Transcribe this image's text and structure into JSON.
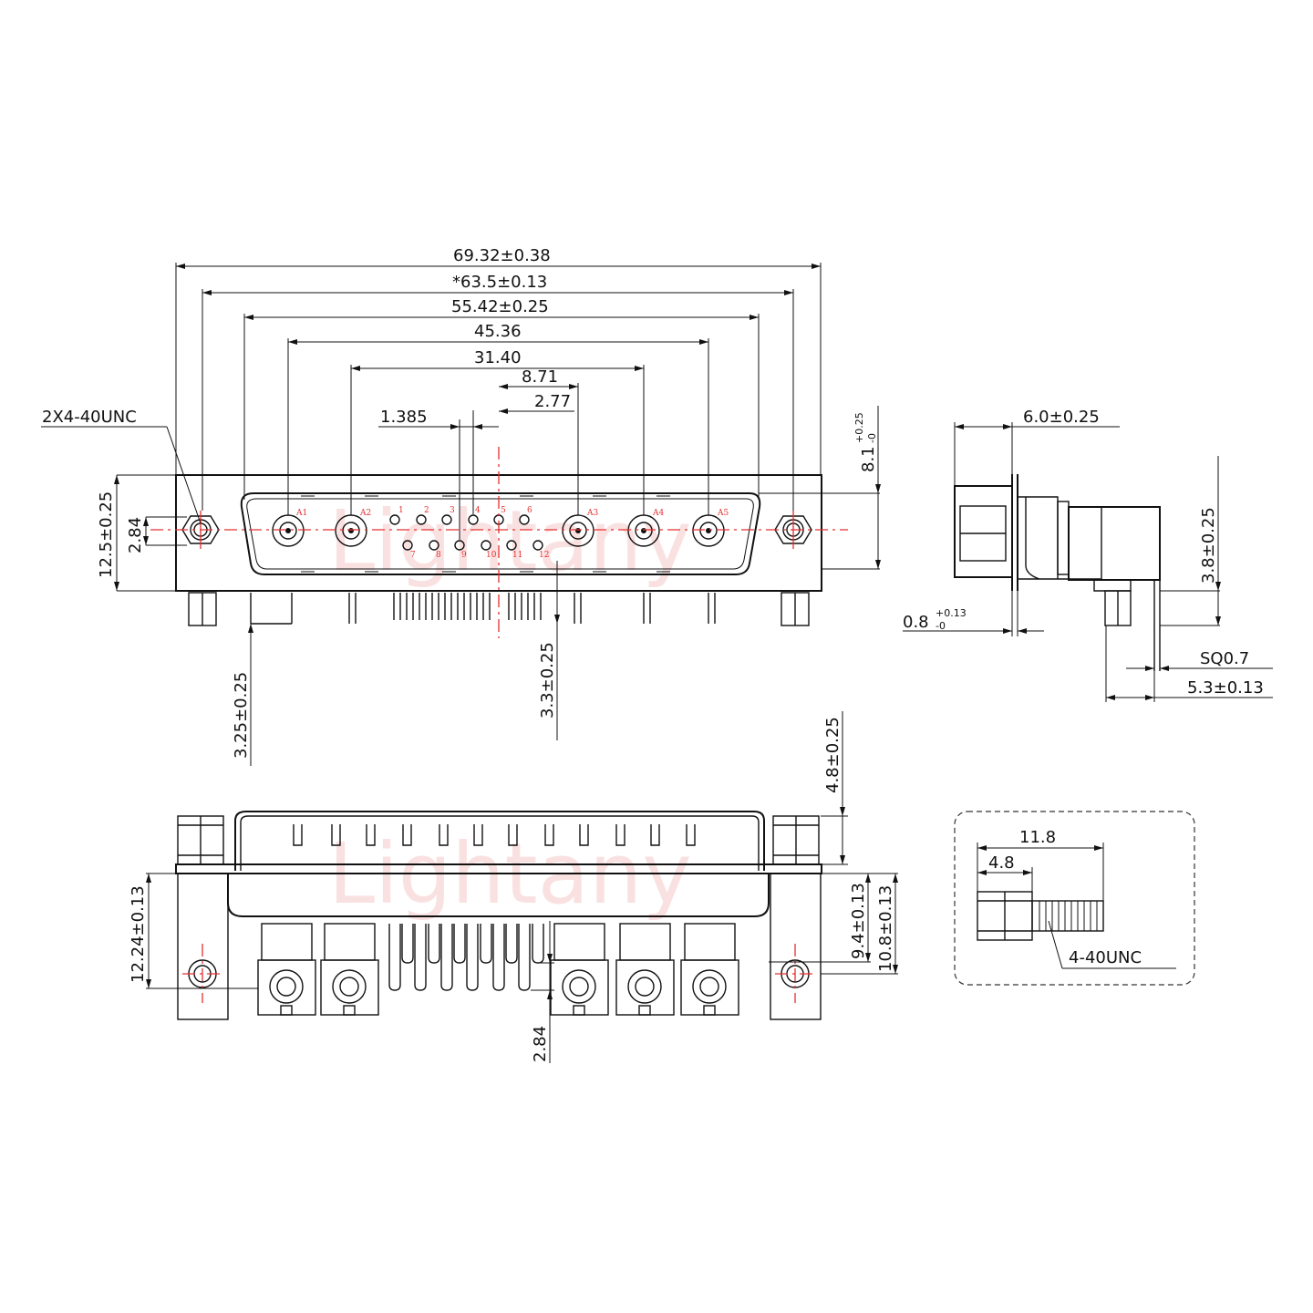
{
  "watermark": "Lightany",
  "front_view": {
    "dims_horizontal": [
      "69.32±0.38",
      "*63.5±0.13",
      "55.42±0.25",
      "45.36",
      "31.40",
      "8.71",
      "2.77",
      "1.385"
    ],
    "thread_callout": "2X4-40UNC",
    "dims_vertical": [
      "12.5±0.25",
      "2.84",
      "8.1",
      "3.25±0.25",
      "3.3±0.25"
    ],
    "tol_8_1_upper": "+0.25",
    "tol_8_1_lower": "-0",
    "coax_labels": [
      "A1",
      "A2",
      "A3",
      "A4",
      "A5"
    ],
    "pin_labels_top": [
      "1",
      "2",
      "3",
      "4",
      "5",
      "6"
    ],
    "pin_labels_bottom": [
      "7",
      "8",
      "9",
      "10",
      "11",
      "12"
    ]
  },
  "side_view": {
    "dim_top": "6.0±0.25",
    "dim_height": "3.8±0.25",
    "dim_thickness": "0.8",
    "tol_thickness_upper": "+0.13",
    "tol_thickness_lower": "-0",
    "dim_sq": "SQ0.7",
    "dim_offset": "5.3±0.13"
  },
  "bottom_view": {
    "dim_top": "4.8±0.25",
    "dims_left": [
      "12.24±0.13"
    ],
    "dims_right": [
      "9.4±0.13",
      "10.8±0.13"
    ],
    "dim_bottom": "2.84"
  },
  "screw_detail": {
    "dim_total": "11.8",
    "dim_head": "4.8",
    "thread": "4-40UNC"
  }
}
